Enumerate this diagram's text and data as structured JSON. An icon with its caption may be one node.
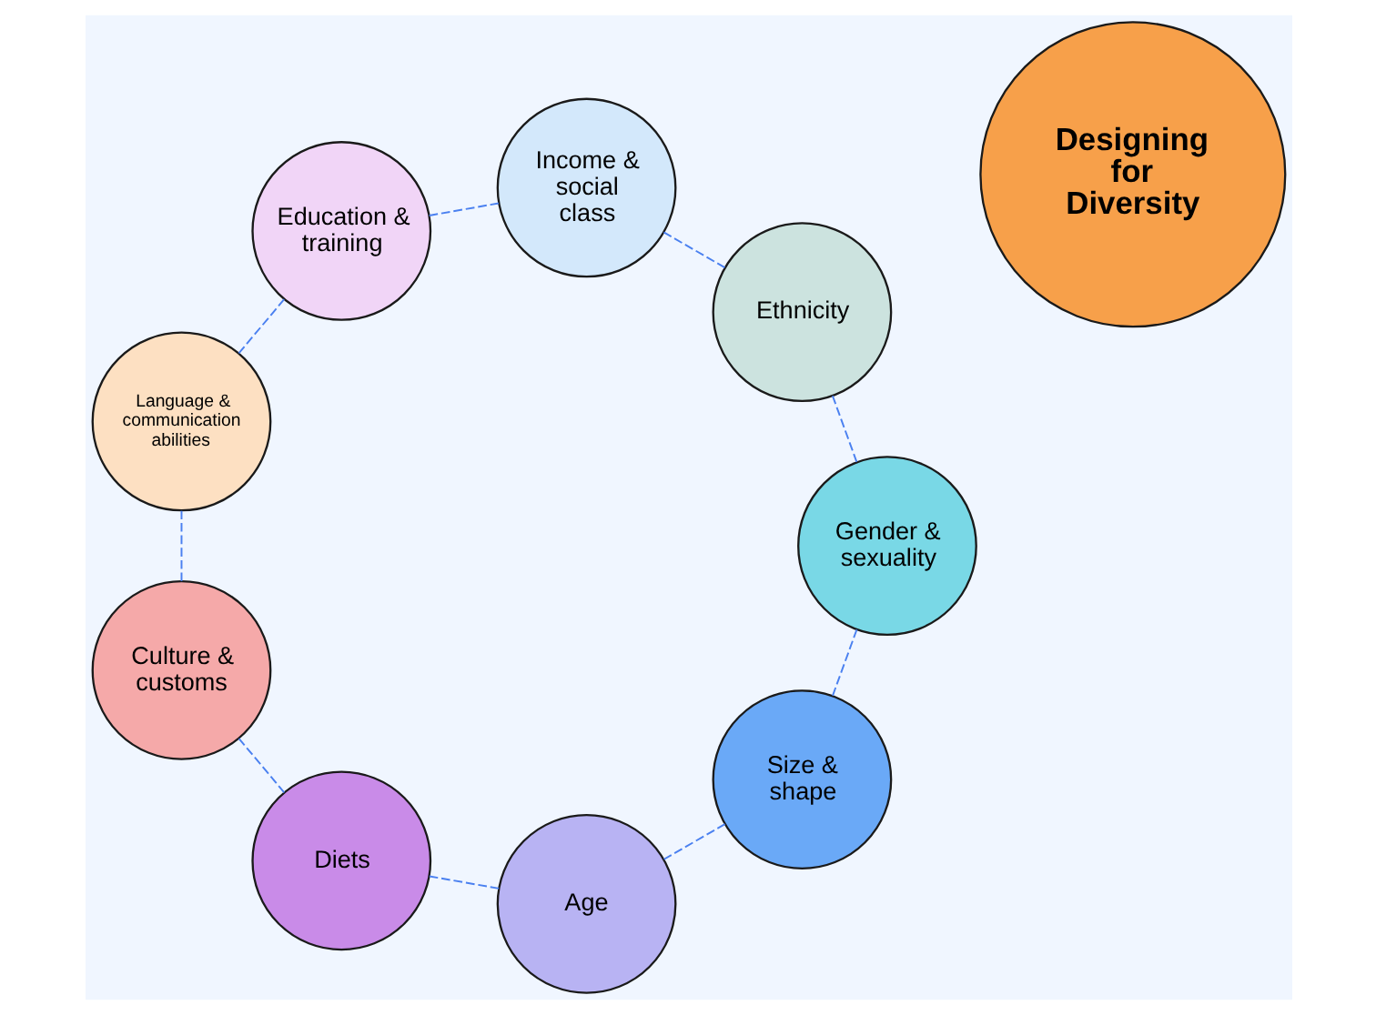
{
  "diagram": {
    "nodes": [
      {
        "text": [
          "Designing for Diversity"
        ]
      },
      {
        "text": [
          "Size & shape"
        ]
      },
      {
        "text": [
          "Age"
        ]
      },
      {
        "text": [
          "Diets"
        ]
      },
      {
        "text": [
          "Culture & customs"
        ]
      },
      {
        "text": [
          "Language & communication abilities"
        ]
      },
      {
        "text": [
          "Education & training"
        ]
      },
      {
        "text": [
          "Income & social class"
        ]
      },
      {
        "text": [
          "Ethnicity"
        ]
      },
      {
        "text": [
          "Gender & sexuality"
        ]
      }
    ],
    "edges": [
      {
        "from": 1,
        "to": 2,
        "arrow": "none",
        "style": "dashed"
      },
      {
        "from": 2,
        "to": 3,
        "arrow": "none",
        "style": "dashed"
      },
      {
        "from": 3,
        "to": 4,
        "arrow": "none",
        "style": "dashed"
      },
      {
        "from": 4,
        "to": 5,
        "arrow": "none",
        "style": "dashed"
      },
      {
        "from": 5,
        "to": 6,
        "arrow": "none",
        "style": "dashed"
      },
      {
        "from": 6,
        "to": 7,
        "arrow": "none",
        "style": "dashed"
      },
      {
        "from": 7,
        "to": 8,
        "arrow": "none",
        "style": "dashed"
      },
      {
        "from": 8,
        "to": 9,
        "arrow": "none",
        "style": "dashed"
      },
      {
        "from": 9,
        "to": 1,
        "arrow": "none",
        "style": "dashed"
      }
    ]
  }
}
